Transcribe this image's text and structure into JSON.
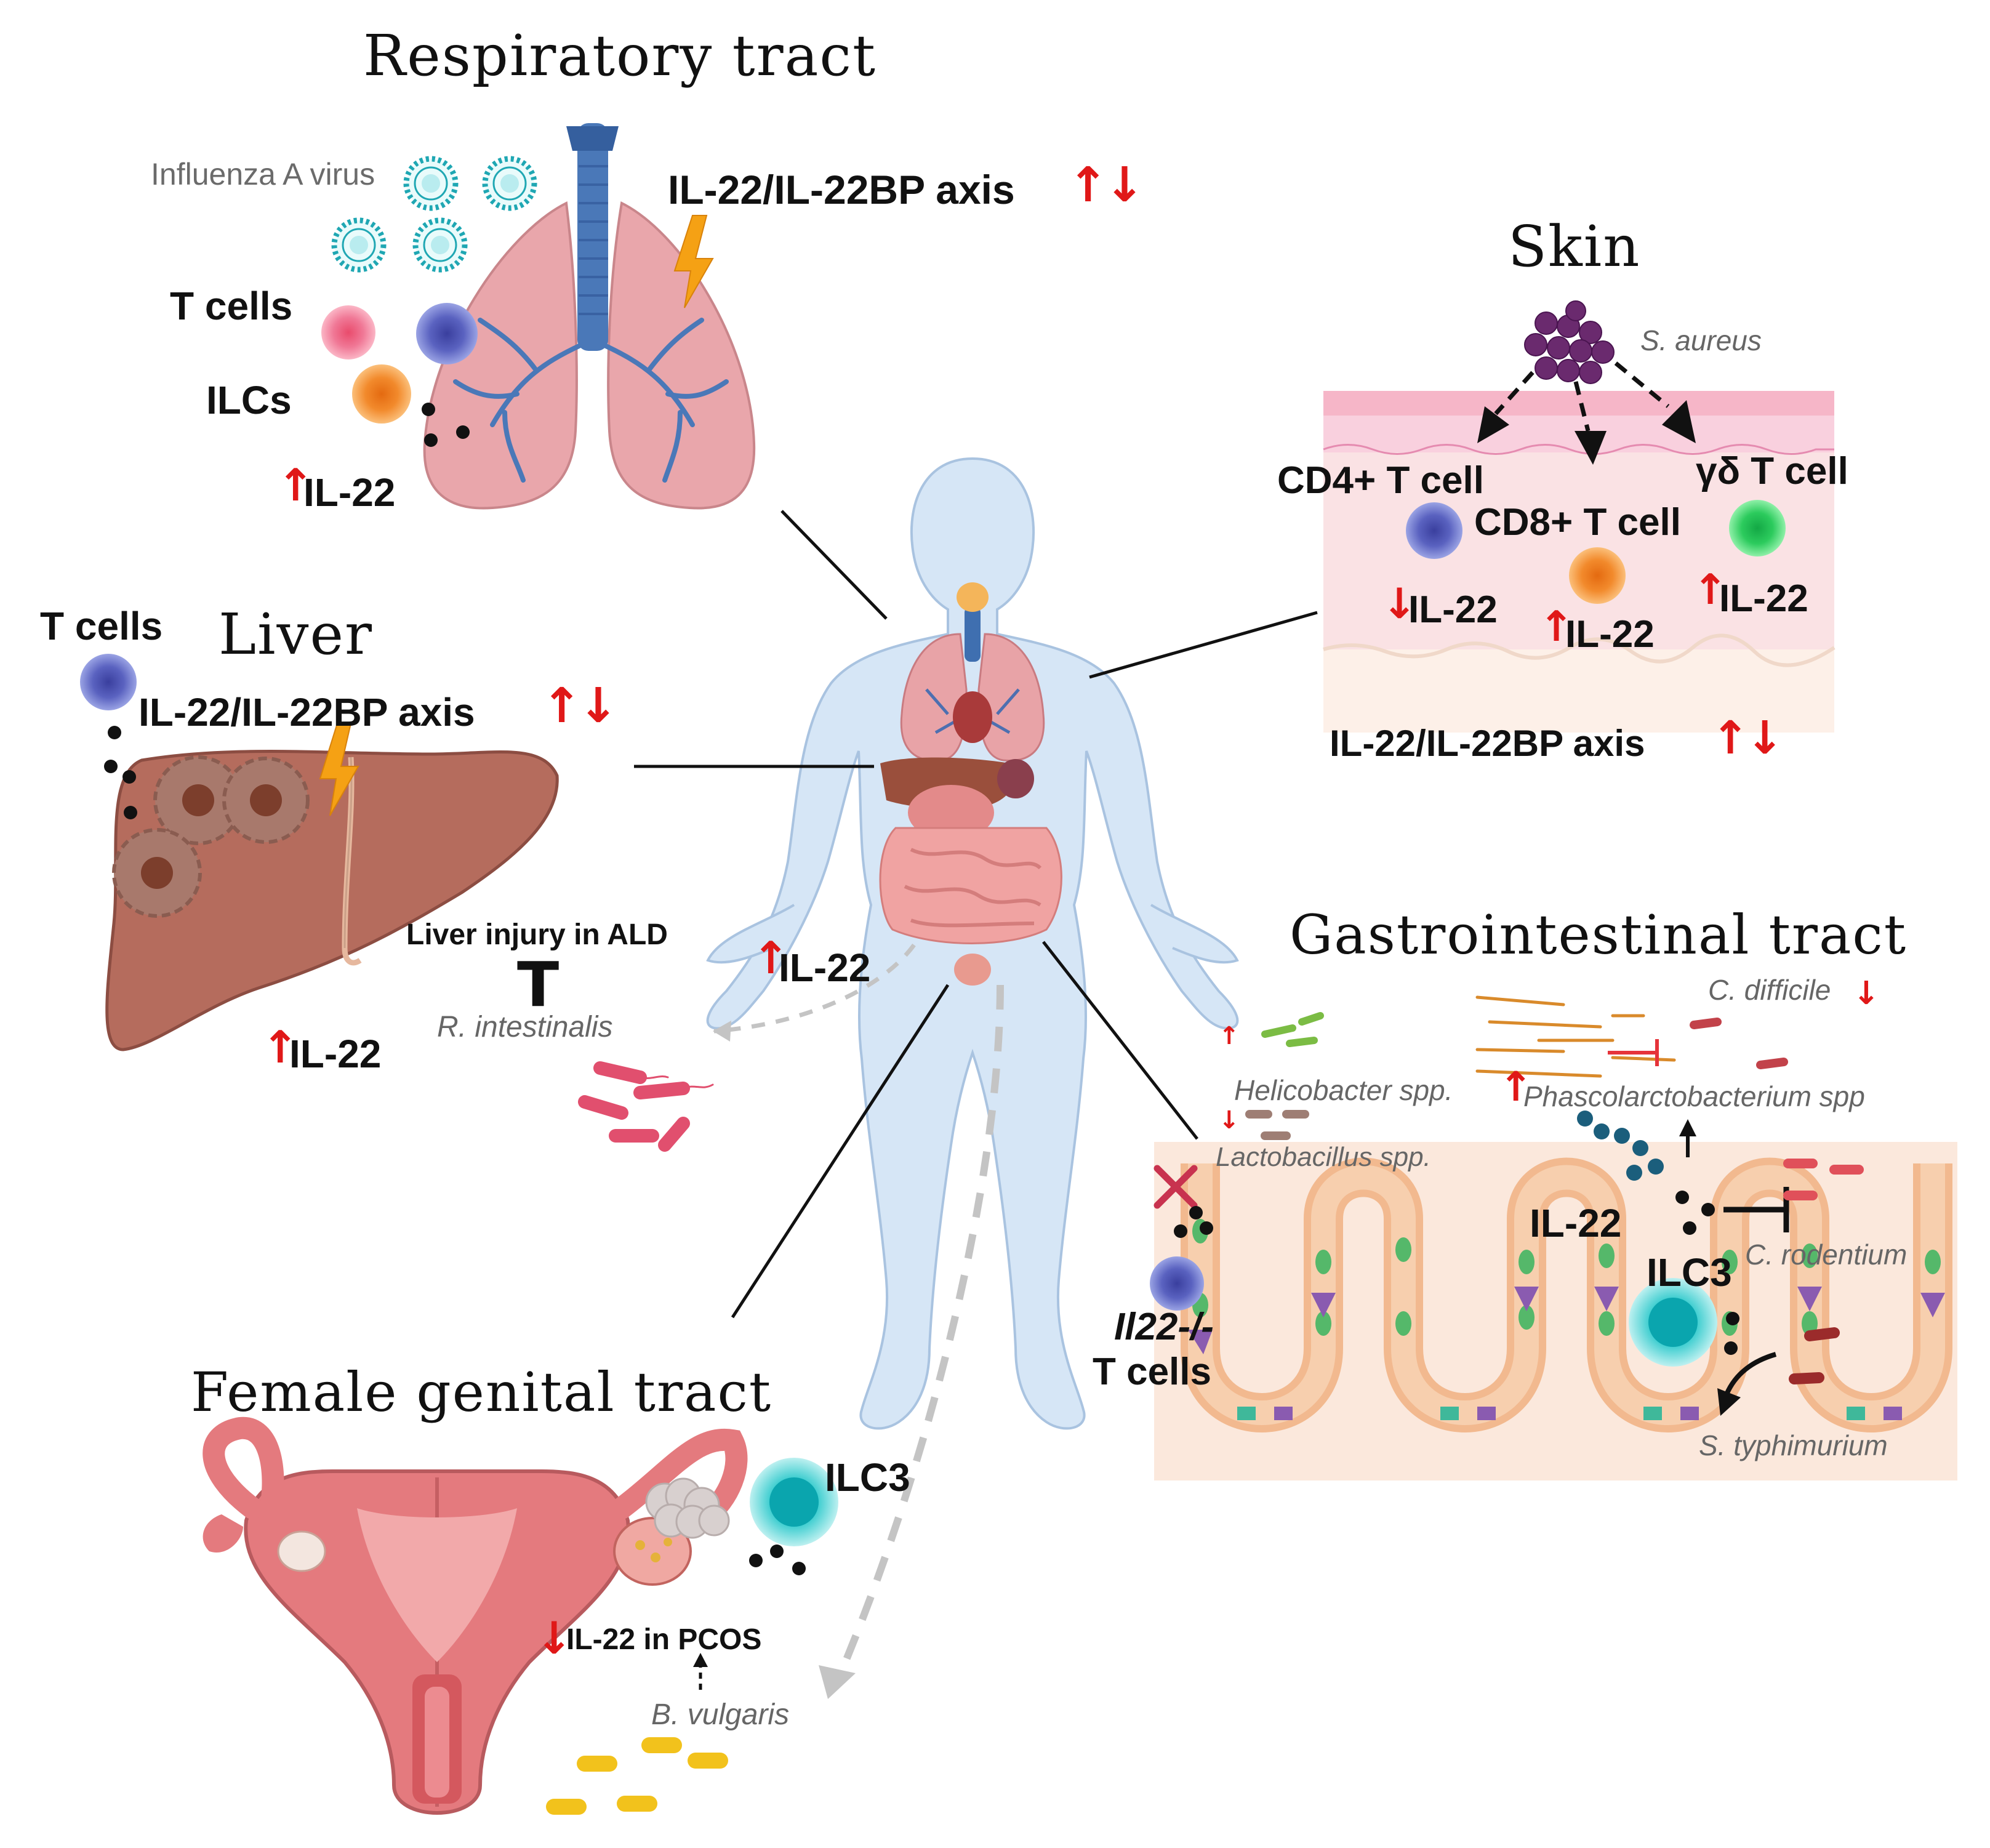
{
  "respiratory": {
    "title": "Respiratory tract",
    "virus_label": "Influenza A virus",
    "axis_label": "IL-22/IL-22BP axis",
    "axis_arrows": "↑↓",
    "t_cells": "T cells",
    "ilcs": "ILCs",
    "il22_arrow": "↑",
    "il22": "IL-22"
  },
  "skin": {
    "title": "Skin",
    "bacteria": "S. aureus",
    "cd4": "CD4+ T cell",
    "cd8": "CD8+ T cell",
    "gd": "γδ T cell",
    "cd4_arrow": "↓",
    "cd4_il22": "IL-22",
    "cd8_arrow": "↑",
    "cd8_il22": "IL-22",
    "gd_arrow": "↑",
    "gd_il22": "IL-22",
    "axis_label": "IL-22/IL-22BP axis",
    "axis_arrows": "↑↓"
  },
  "liver": {
    "title": "Liver",
    "t_cells": "T cells",
    "axis_label": "IL-22/IL-22BP axis",
    "axis_arrows": "↑↓",
    "injury": "Liver injury in ALD",
    "inhibit": "T",
    "bacteria": "R. intestinalis",
    "il22_arrow": "↑",
    "il22": "IL-22"
  },
  "body": {
    "il22_arrow": "↑",
    "il22": "IL-22"
  },
  "gi": {
    "title": "Gastrointestinal tract",
    "c_difficile": "C. difficile",
    "c_difficile_arrow": "↓",
    "helicobacter": "Helicobacter spp.",
    "helicobacter_arrow": "↑",
    "phascol": "Phascolarctobacterium spp",
    "phascol_arrow": "↑",
    "lacto": "Lactobacillus spp.",
    "lacto_arrow": "↓",
    "il22": "IL-22",
    "ilc3": "ILC3",
    "c_rodentium": "C. rodentium",
    "il22_ko": "Il22-/-",
    "t_cells": "T cells",
    "s_typhimurium": "S. typhimurium"
  },
  "female": {
    "title": "Female genital tract",
    "ilc3": "ILC3",
    "pcos_arrow": "↓",
    "pcos": "IL-22 in PCOS",
    "bacteria": "B. vulgaris"
  },
  "colors": {
    "arrow_red": "#e01818",
    "tcell_blue": "#6f78c8",
    "ilc_orange": "#f39a3a",
    "ilc3_teal": "#5fd4d4",
    "gd_green": "#3ed06a",
    "lung_pink": "#e8a3a7",
    "liver_brown": "#b0685a",
    "body_blue": "#cfe0f2",
    "gut_tan": "#f9d9c2",
    "skin_pink": "#f7c6d4"
  }
}
